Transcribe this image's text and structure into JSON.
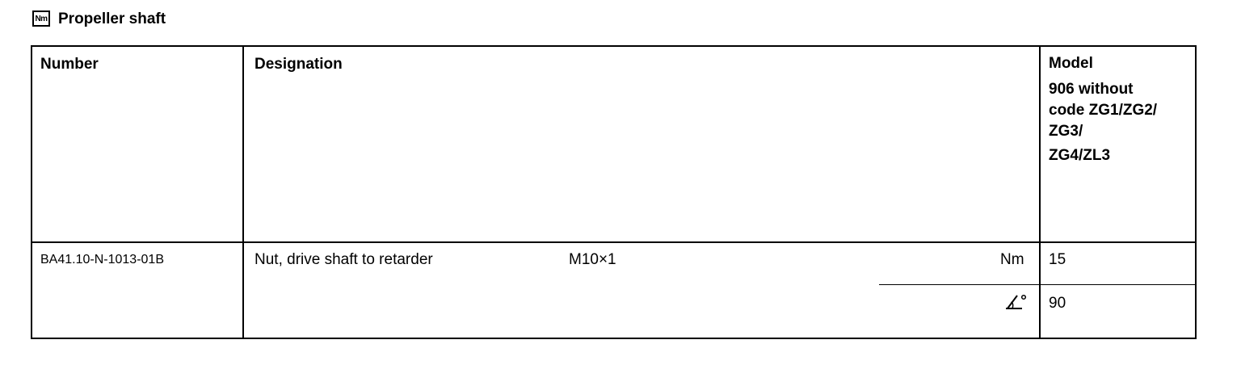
{
  "header": {
    "icon": "nm-icon",
    "icon_text": "Nm",
    "title": "Propeller shaft"
  },
  "table": {
    "columns": {
      "number": "Number",
      "designation": "Designation",
      "model": "Model"
    },
    "model_value_lines": "906 without\ncode ZG1/ZG2/\nZG3/",
    "model_value_line2": "ZG4/ZL3",
    "row": {
      "number": "BA41.10-N-1013-01B",
      "designation": "Nut, drive shaft to retarder",
      "thread": "M10×1",
      "torque_unit": "Nm",
      "torque_value": "15",
      "angle_icon": "angle-icon",
      "angle_value": "90"
    }
  }
}
